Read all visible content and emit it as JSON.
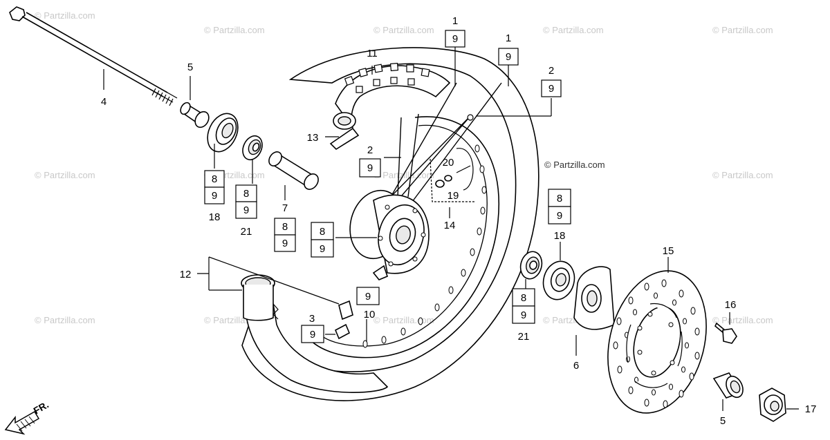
{
  "watermark": "© Partzilla.com",
  "direction_label": "FR.",
  "callouts": {
    "c1a": "1",
    "c1b": "1",
    "c2a": "2",
    "c2b": "2",
    "c3": "3",
    "c4": "4",
    "c5a": "5",
    "c5b": "5",
    "c6": "6",
    "c7": "7",
    "c10": "10",
    "c11": "11",
    "c12": "12",
    "c13": "13",
    "c14": "14",
    "c15": "15",
    "c16": "16",
    "c17": "17",
    "c18a": "18",
    "c18b": "18",
    "c19": "19",
    "c20": "20",
    "c21a": "21",
    "c21b": "21"
  },
  "ref_boxes": {
    "b8": "8",
    "b9": "9"
  }
}
